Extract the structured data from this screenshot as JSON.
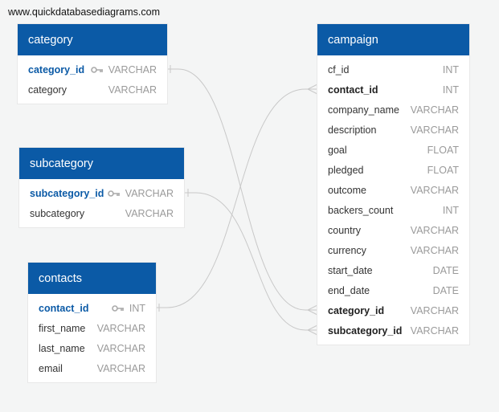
{
  "watermark": "www.quickdatabasediagrams.com",
  "colors": {
    "header": "#0b5aa6",
    "pk_text": "#0b5aa6",
    "type_text": "#9a9a9a",
    "link": "#c8c8c8"
  },
  "tables": {
    "category": {
      "title": "category",
      "fields": [
        {
          "name": "category_id",
          "type": "VARCHAR",
          "pk": true
        },
        {
          "name": "category",
          "type": "VARCHAR"
        }
      ]
    },
    "subcategory": {
      "title": "subcategory",
      "fields": [
        {
          "name": "subcategory_id",
          "type": "VARCHAR",
          "pk": true
        },
        {
          "name": "subcategory",
          "type": "VARCHAR"
        }
      ]
    },
    "contacts": {
      "title": "contacts",
      "fields": [
        {
          "name": "contact_id",
          "type": "INT",
          "pk": true
        },
        {
          "name": "first_name",
          "type": "VARCHAR"
        },
        {
          "name": "last_name",
          "type": "VARCHAR"
        },
        {
          "name": "email",
          "type": "VARCHAR"
        }
      ]
    },
    "campaign": {
      "title": "campaign",
      "fields": [
        {
          "name": "cf_id",
          "type": "INT"
        },
        {
          "name": "contact_id",
          "type": "INT",
          "fk": true
        },
        {
          "name": "company_name",
          "type": "VARCHAR"
        },
        {
          "name": "description",
          "type": "VARCHAR"
        },
        {
          "name": "goal",
          "type": "FLOAT"
        },
        {
          "name": "pledged",
          "type": "FLOAT"
        },
        {
          "name": "outcome",
          "type": "VARCHAR"
        },
        {
          "name": "backers_count",
          "type": "INT"
        },
        {
          "name": "country",
          "type": "VARCHAR"
        },
        {
          "name": "currency",
          "type": "VARCHAR"
        },
        {
          "name": "start_date",
          "type": "DATE"
        },
        {
          "name": "end_date",
          "type": "DATE"
        },
        {
          "name": "category_id",
          "type": "VARCHAR",
          "fk": true
        },
        {
          "name": "subcategory_id",
          "type": "VARCHAR",
          "fk": true
        }
      ]
    }
  },
  "relationships": [
    {
      "from": "category.category_id",
      "to": "campaign.category_id"
    },
    {
      "from": "subcategory.subcategory_id",
      "to": "campaign.subcategory_id"
    },
    {
      "from": "contacts.contact_id",
      "to": "campaign.contact_id"
    }
  ]
}
